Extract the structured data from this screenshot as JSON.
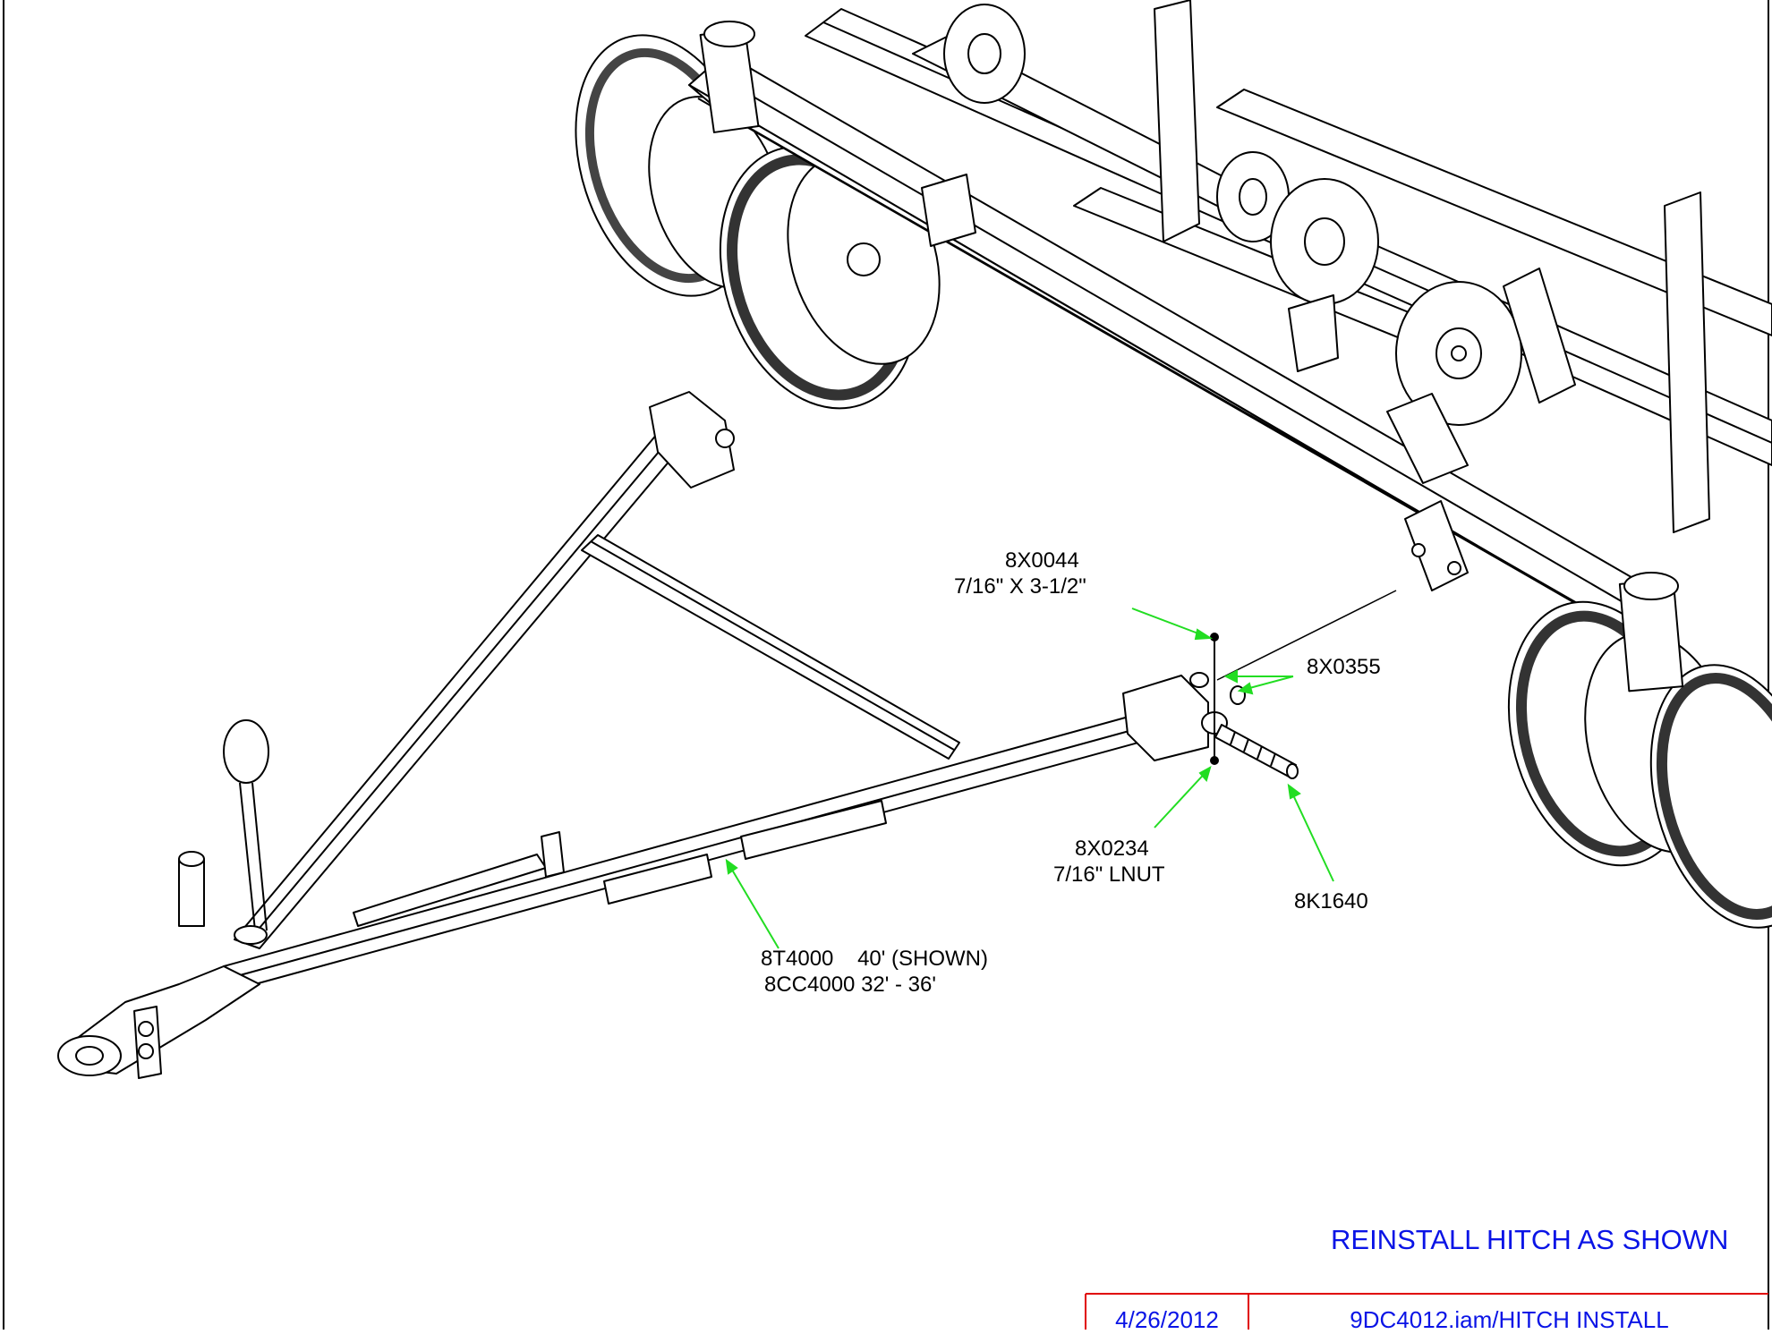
{
  "callouts": {
    "bolt": {
      "part": "8X0044",
      "desc": "7/16\" X 3-1/2\""
    },
    "washer": {
      "part": "8X0355"
    },
    "nut": {
      "part": "8X0234",
      "desc": "7/16\" LNUT"
    },
    "pin": {
      "part": "8K1640"
    },
    "hitch": {
      "line1": "8T4000    40' (SHOWN)",
      "line2": "8CC4000 32' - 36'"
    }
  },
  "instruction": "REINSTALL HITCH AS SHOWN",
  "title_block": {
    "date": "4/26/2012",
    "file": "9DC4012.iam/HITCH INSTALL"
  },
  "colors": {
    "leader": "#22dd22",
    "note_text": "#0a14e6",
    "title_block_border": "#e00000",
    "line_art": "#000000"
  }
}
